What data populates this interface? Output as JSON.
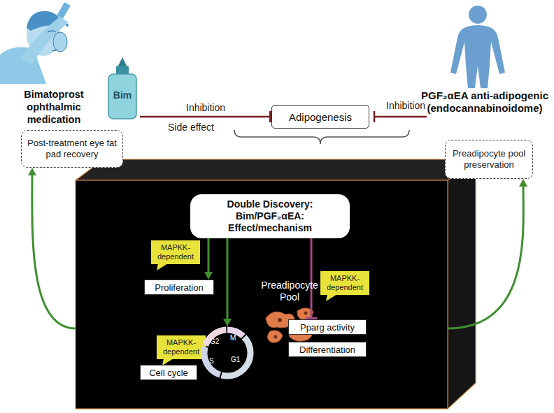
{
  "diagram": {
    "nodes": [
      {
        "text": [
          "Bim"
        ]
      },
      {
        "text": [
          "Post-treatment eye fat pad recovery"
        ]
      },
      {
        "text": [
          "Adipogenesis"
        ]
      },
      {
        "text": [
          "Preadipocyte pool preservation"
        ]
      },
      {
        "text": [
          "Preadipocyte Pool"
        ]
      },
      {
        "text": [
          "Double Discovery: Bim/PGF₂αEA: Effect/mechanism"
        ],
        "in": 4
      },
      {
        "text": [
          "MAPKK-dependent"
        ],
        "in": 4
      },
      {
        "text": [
          "Proliferation"
        ],
        "in": 4
      },
      {
        "text": [
          "MAPKK-dependent"
        ],
        "in": 4
      },
      {
        "text": [
          "Cell cycle"
        ],
        "in": 4
      },
      {
        "text": [
          "G2",
          "M",
          "S",
          "G1"
        ],
        "in": 4
      },
      {
        "text": [
          "MAPKK-dependent"
        ],
        "in": 4
      },
      {
        "text": [
          "Pparg activity"
        ],
        "in": 4
      },
      {
        "text": [
          "Differentiation"
        ],
        "in": 4
      }
    ],
    "edges": [
      {
        "from": 0,
        "to": 2,
        "arrow": "to",
        "label": "Inhibition"
      },
      {
        "from": 5,
        "to": 7,
        "arrow": "to"
      },
      {
        "from": 5,
        "to": 10,
        "arrow": "to"
      },
      {
        "from": 5,
        "to": 12,
        "arrow": "to"
      },
      {
        "from": 4,
        "to": 1,
        "arrow": "to"
      },
      {
        "from": 4,
        "to": 3,
        "arrow": "to"
      }
    ],
    "labels": [
      "Bimatoprost ophthalmic medication",
      "Side effect",
      "Inhibition",
      "PGF₂αEA anti-adipogenic (endocannabinoidome)"
    ]
  }
}
